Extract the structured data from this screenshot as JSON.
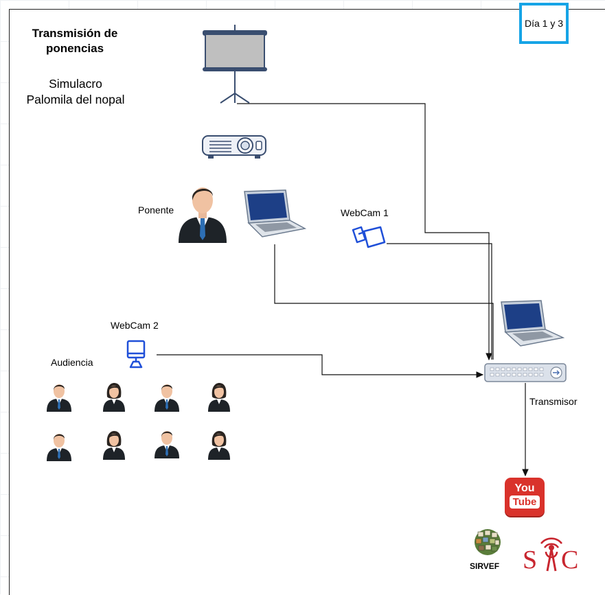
{
  "diagram": {
    "title_line1": "Transmisión de",
    "title_line2": "ponencias",
    "subtitle_line1": "Simulacro",
    "subtitle_line2": "Palomila del nopal",
    "day_badge": "Día 1 y 3",
    "labels": {
      "ponente": "Ponente",
      "webcam1": "WebCam 1",
      "webcam2": "WebCam 2",
      "audiencia": "Audiencia",
      "transmisor": "Transmisor",
      "youtube_top": "You",
      "youtube_bottom": "Tube",
      "sirvef": "SIRVEF",
      "sic_s": "S",
      "sic_c": "C"
    },
    "colors": {
      "accent_box": "#16a4e6",
      "webcam_blue": "#1f4fd8",
      "youtube_red": "#d9322b",
      "sic_red": "#c8262f"
    },
    "icons": [
      "projection-screen-icon",
      "projector-icon",
      "speaker-person-icon",
      "laptop-icon",
      "webcam-icon",
      "monitor-webcam-icon",
      "network-switch-icon",
      "youtube-icon",
      "sirvef-logo",
      "sic-logo",
      "man-icon",
      "woman-icon"
    ]
  }
}
